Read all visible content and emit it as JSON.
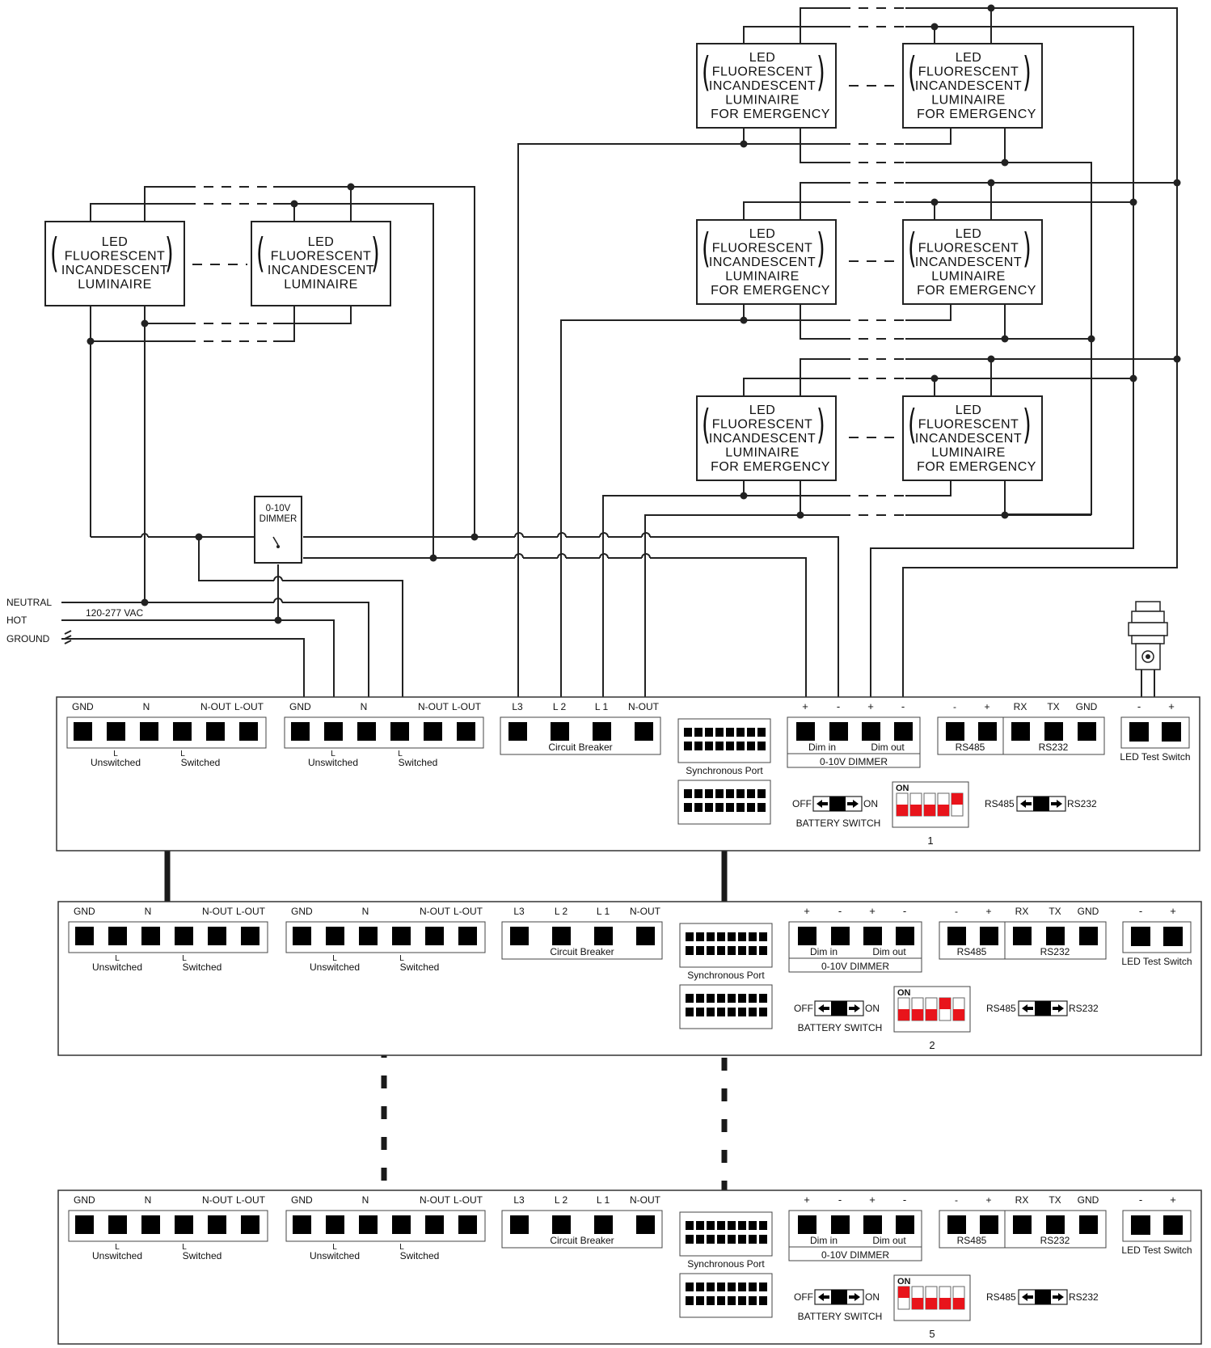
{
  "luminaire": {
    "line1": "LED",
    "line2": "FLUORESCENT",
    "line3": "INCANDESCENT",
    "line4": "LUMINAIRE",
    "emergency_suffix": "FOR EMERGENCY"
  },
  "dimmer": {
    "line1": "0-10V",
    "line2": "DIMMER"
  },
  "supply": {
    "neutral": "NEUTRAL",
    "hot": "HOT",
    "ground": "GROUND",
    "voltage": "120-277 VAC"
  },
  "panel": {
    "terminal_group_a": [
      "GND",
      "N",
      "N-OUT",
      "L-OUT"
    ],
    "unswitched": "Unswitched",
    "switched": "Switched",
    "l_mark": "L",
    "breaker_headers": [
      "L3",
      "L 2",
      "L 1",
      "N-OUT"
    ],
    "breaker_label": "Circuit Breaker",
    "sync_label": "Synchronous Port",
    "dim_headers": [
      "+",
      "-",
      "+",
      "-"
    ],
    "dim_in": "Dim in",
    "dim_out": "Dim out",
    "dim_label": "0-10V DIMMER",
    "comm_headers": [
      "-",
      "+",
      "RX",
      "TX",
      "GND"
    ],
    "rs485": "RS485",
    "rs232": "RS232",
    "test_headers": [
      "-",
      "+"
    ],
    "test_label": "LED Test Switch",
    "off": "OFF",
    "on": "ON",
    "battery_switch": "BATTERY SWITCH",
    "dip_on": "ON",
    "numbers": [
      "1",
      "2",
      "5"
    ]
  },
  "colors": {
    "dip_red": "#e8141b",
    "wire": "#222222"
  }
}
